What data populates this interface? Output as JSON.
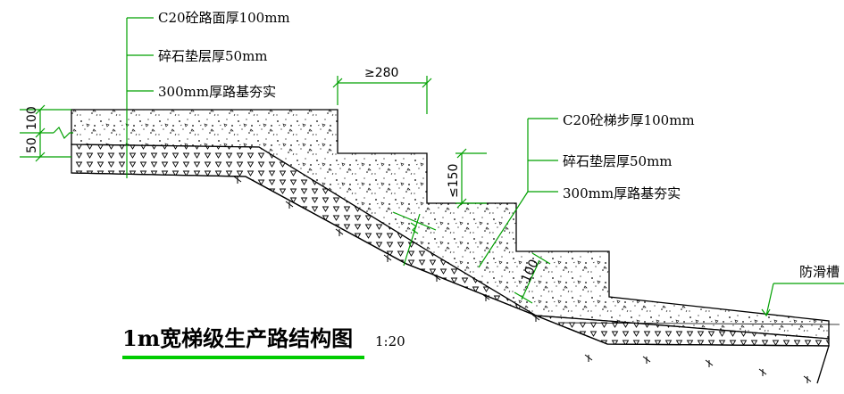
{
  "labels_top": {
    "surface": "C20砼路面厚100mm",
    "gravel": "碎石垫层厚50mm",
    "base": "300mm厚路基夯实"
  },
  "labels_right": {
    "step": "C20砼梯步厚100mm",
    "gravel": "碎石垫层厚50mm",
    "base": "300mm厚路基夯实"
  },
  "anti_slip_label": "防滑槽",
  "dimensions": {
    "tread": "≥280",
    "riser": "≤150",
    "left_upper": "100",
    "left_lower": "50",
    "step_thickness": "100"
  },
  "title": "1m宽梯级生产路结构图",
  "scale": "1:20",
  "colors": {
    "line": "#000000",
    "leader": "#00a000",
    "dimension": "#00a000",
    "title_underline": "#00cc00"
  }
}
